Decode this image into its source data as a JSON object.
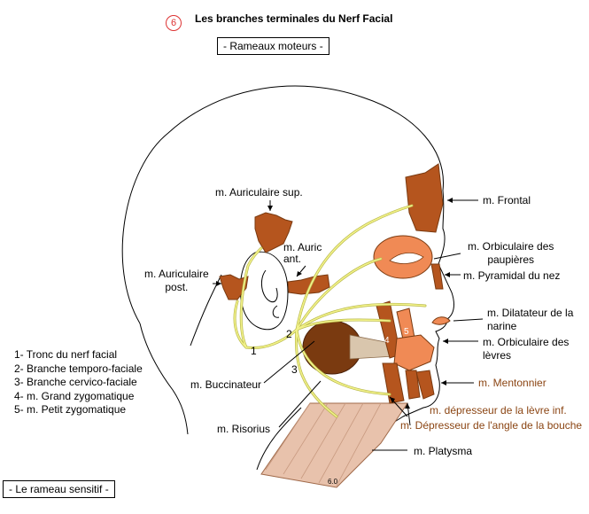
{
  "header": {
    "number": "6",
    "title": "Les branches terminales du Nerf Facial",
    "subtitle": "- Rameaux moteurs -"
  },
  "muscle_labels": {
    "auriculaire_sup": "m. Auriculaire sup.",
    "auriculaire_post": "m. Auriculaire\npost.",
    "auric_ant": "m. Auric\nant.",
    "frontal": "m. Frontal",
    "orbiculaire_paupieres": "m. Orbiculaire des\npaupières",
    "pyramidal": "m. Pyramidal du nez",
    "dilatateur": "m. Dilatateur de la\nnarine",
    "orbiculaire_levres": "m. Orbiculaire des\nlèvres",
    "mentonnier": "m. Mentonnier",
    "depresseur_levre": "m. dépresseur de la lèvre  inf.",
    "depresseur_angle": "m. Dépresseur de l'angle de la bouche",
    "platysma": "m. Platysma",
    "buccinateur": "m. Buccinateur",
    "risorius": "m. Risorius"
  },
  "branch_numbers": [
    "1",
    "2",
    "3",
    "4",
    "5"
  ],
  "legend": [
    "1- Tronc du nerf facial",
    "2- Branche temporo-faciale",
    "3- Branche cervico-faciale",
    "4- m. Grand zygomatique",
    "5- m. Petit zygomatique"
  ],
  "footer": {
    "sensitive": "- Le rameau sensitif -",
    "platysma_tag": "6.0"
  },
  "colors": {
    "muscle": "#b5551e",
    "muscle_light": "#f08a55",
    "nerve": "#f2f28a",
    "nerve_edge": "#b8b84a",
    "buccinator": "#7a3a10",
    "platysma": "#e8c2ac",
    "accent_red": "#dd3333",
    "label_brown": "#8b4513"
  }
}
